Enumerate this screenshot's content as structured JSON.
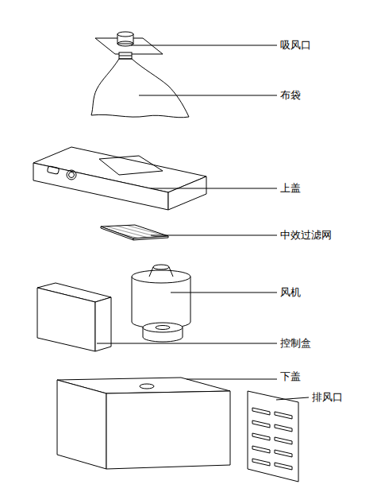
{
  "diagram": {
    "labels": [
      "吸风口",
      "布袋",
      "上盖",
      "中效过滤网",
      "风机",
      "控制盒",
      "下盖",
      "排风口"
    ]
  }
}
